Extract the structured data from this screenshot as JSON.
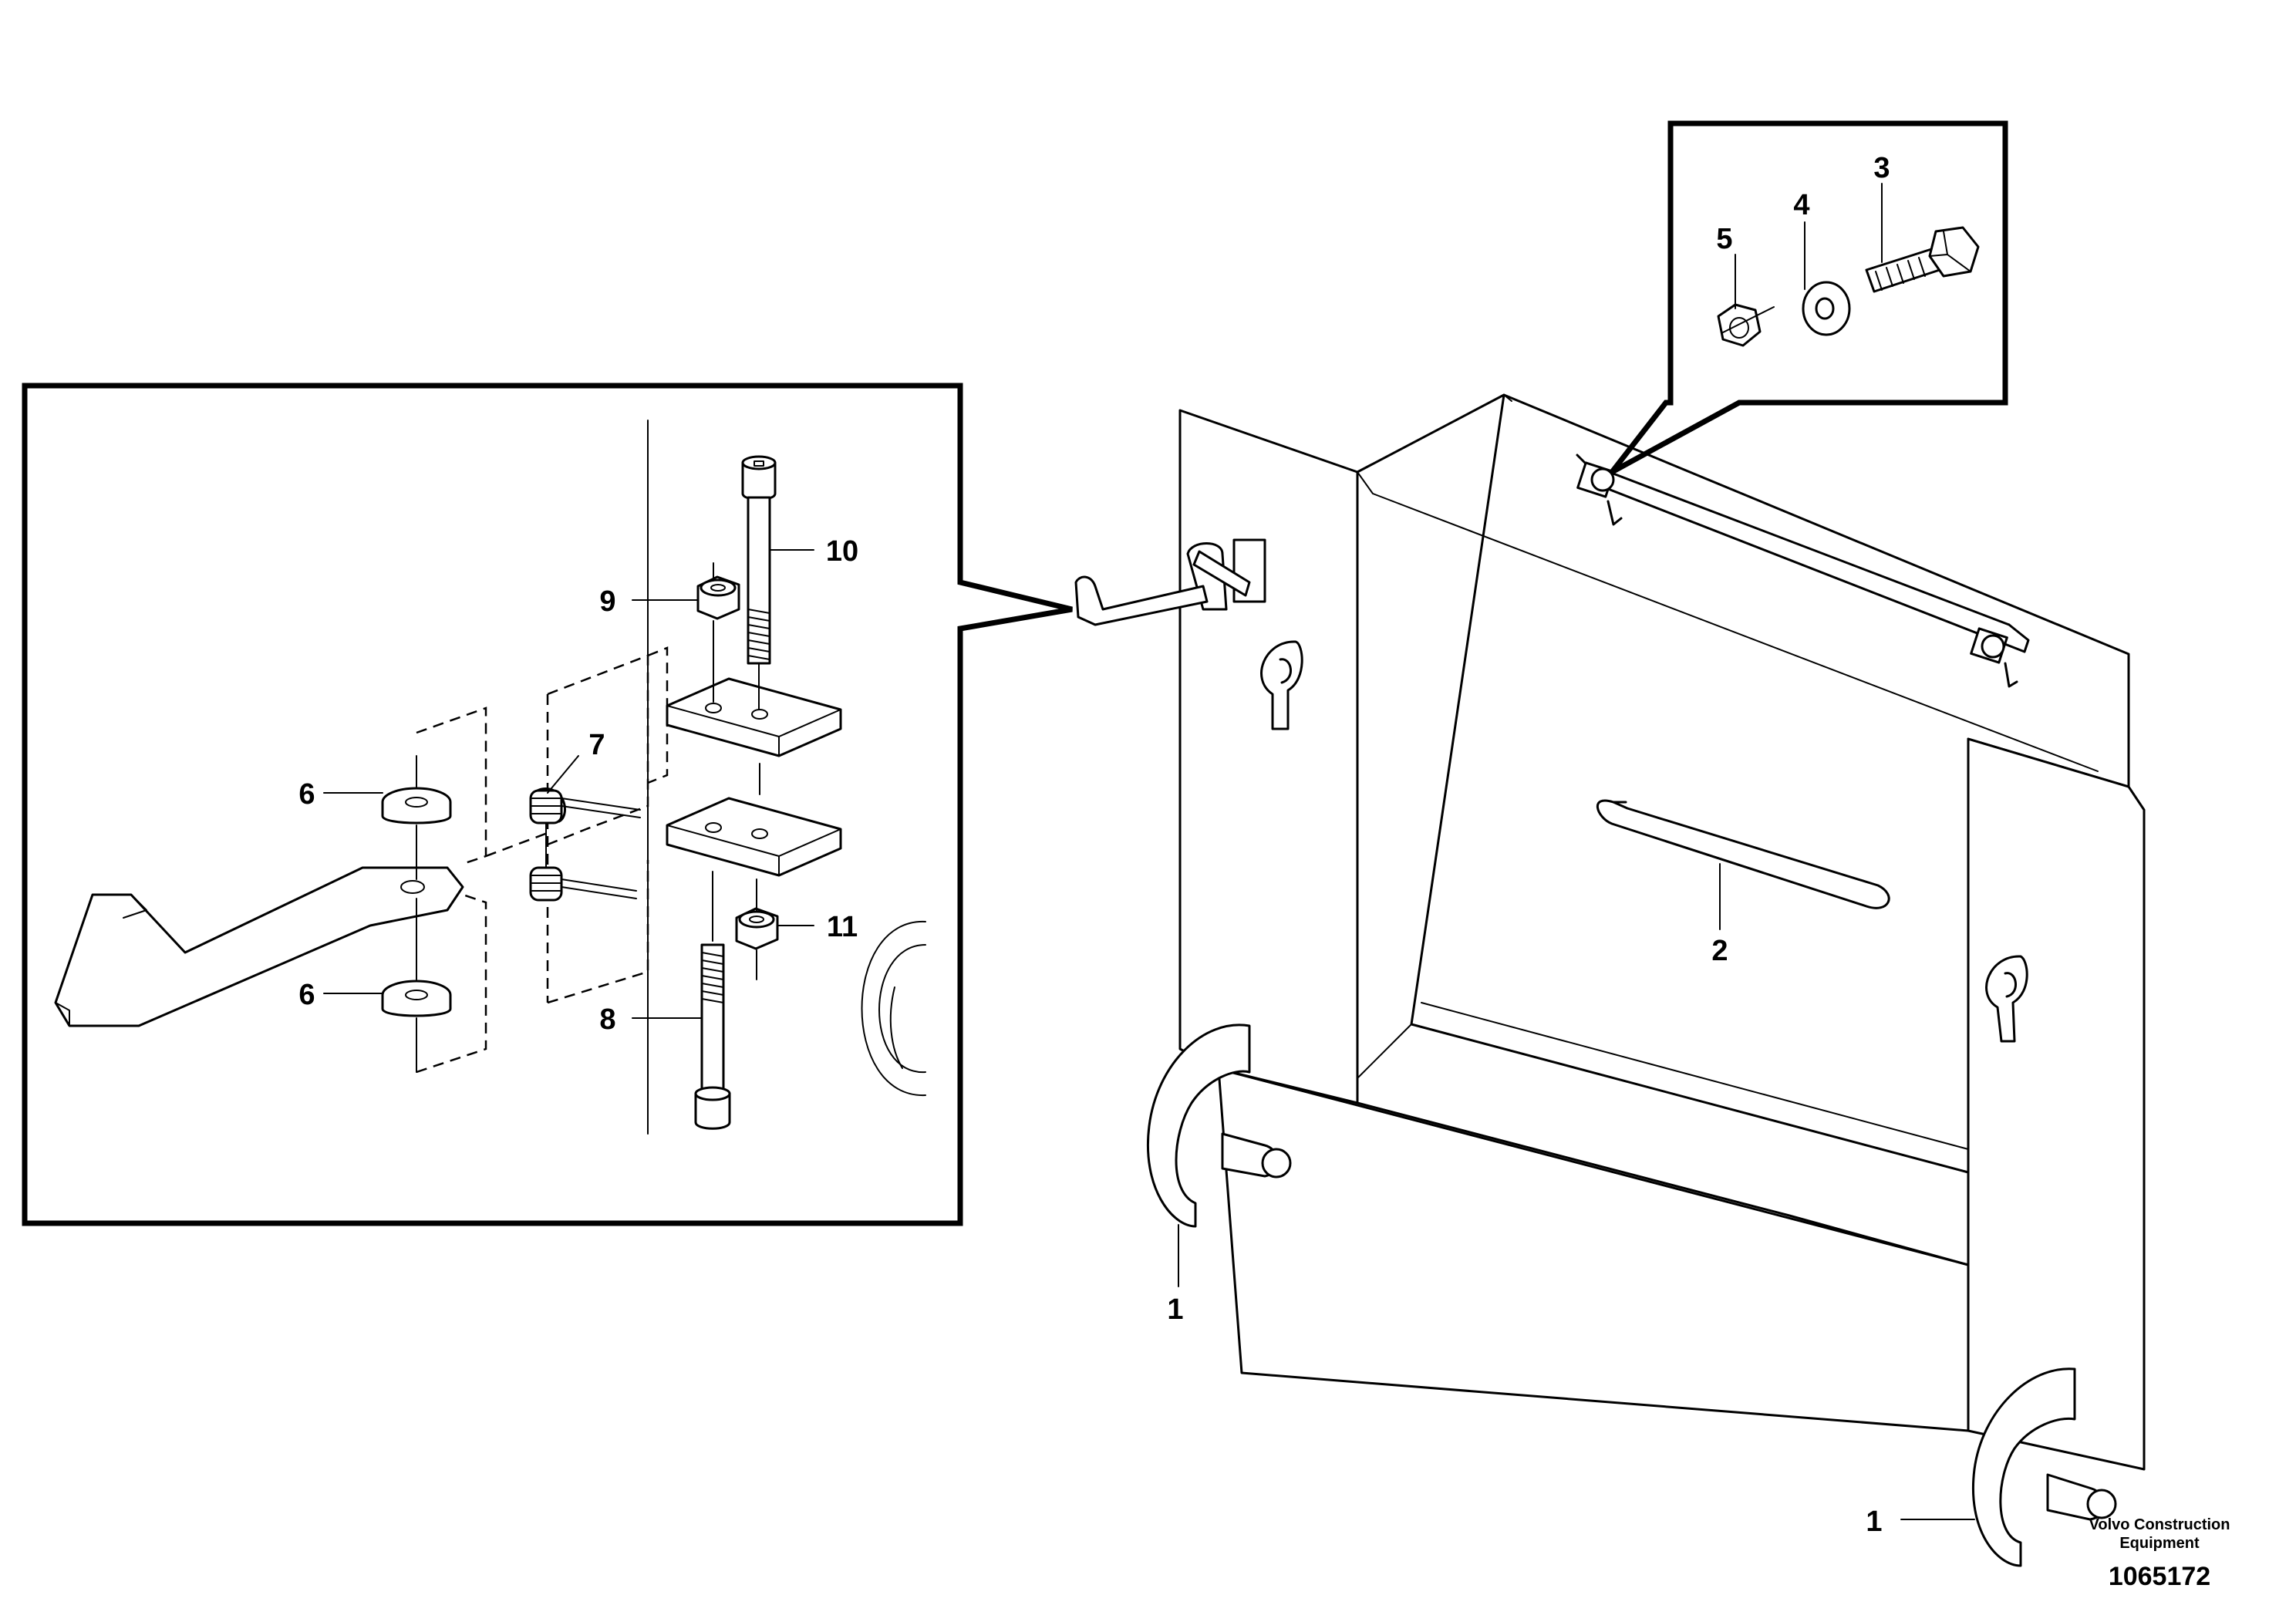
{
  "callouts": {
    "c1a": "1",
    "c1b": "1",
    "c2": "2",
    "c3": "3",
    "c4": "4",
    "c5": "5",
    "c6a": "6",
    "c6b": "6",
    "c7": "7",
    "c8": "8",
    "c9": "9",
    "c10": "10",
    "c11": "11"
  },
  "footer": {
    "brand_line1": "Volvo Construction",
    "brand_line2": "Equipment",
    "document_number": "1065172"
  }
}
